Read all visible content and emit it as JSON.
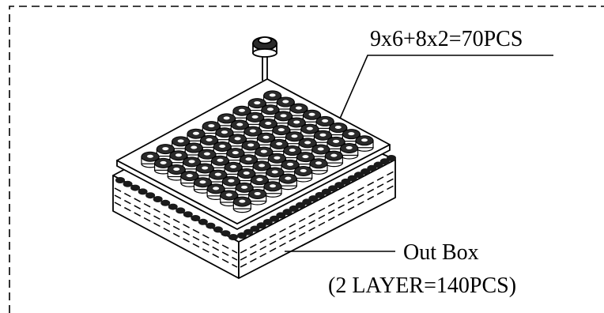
{
  "labels": {
    "tray_count": "9x6+8x2=70PCS",
    "box_name": "Out Box",
    "box_count": "(2 LAYER=140PCS)"
  },
  "colors": {
    "ink": "#000000",
    "paper": "#ffffff",
    "cap_top": "#2a2a2a"
  },
  "icons": {
    "component": "radial-component-icon"
  },
  "tray": {
    "rows": 9,
    "cols": 8
  }
}
